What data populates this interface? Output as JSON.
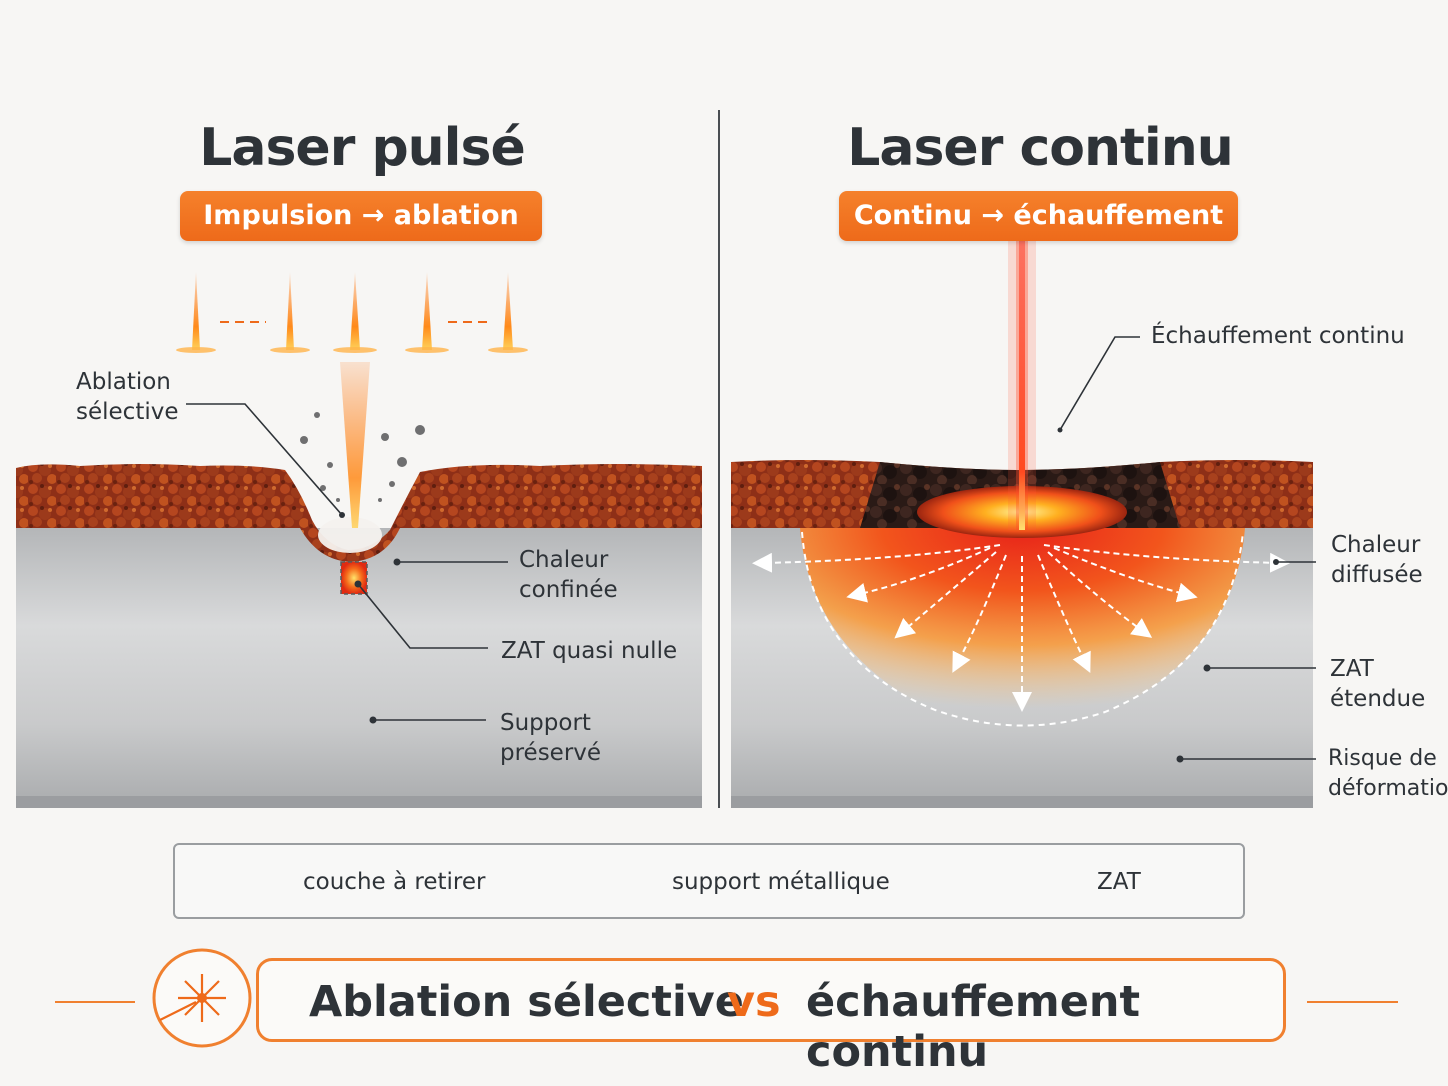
{
  "left_panel": {
    "title": "Laser pulsé",
    "tag": "Impulsion → ablation",
    "labels": {
      "ablation_1": "Ablation",
      "ablation_2": "sélective",
      "chaleur_1": "Chaleur",
      "chaleur_2": "confinée",
      "zat": "ZAT quasi nulle",
      "support_1": "Support",
      "support_2": "préservé"
    }
  },
  "right_panel": {
    "title": "Laser continu",
    "tag": "Continu → échauffement",
    "labels": {
      "echauffement": "Échauffement continu",
      "chaleur_1": "Chaleur",
      "chaleur_2": "diffusée",
      "zat_1": "ZAT",
      "zat_2": "étendue",
      "risque_1": "Risque de",
      "risque_2": "déformation"
    }
  },
  "legend": {
    "coating": "couche à retirer",
    "metal": "support métallique",
    "zat": "ZAT"
  },
  "banner": {
    "left": "Ablation sélective",
    "vs": "vs",
    "right": "échauffement continu"
  },
  "colors": {
    "accent": "#ee6a1a",
    "coating": "#a0391c",
    "metal": "#bfc1c3",
    "heat": "#f5451a"
  }
}
